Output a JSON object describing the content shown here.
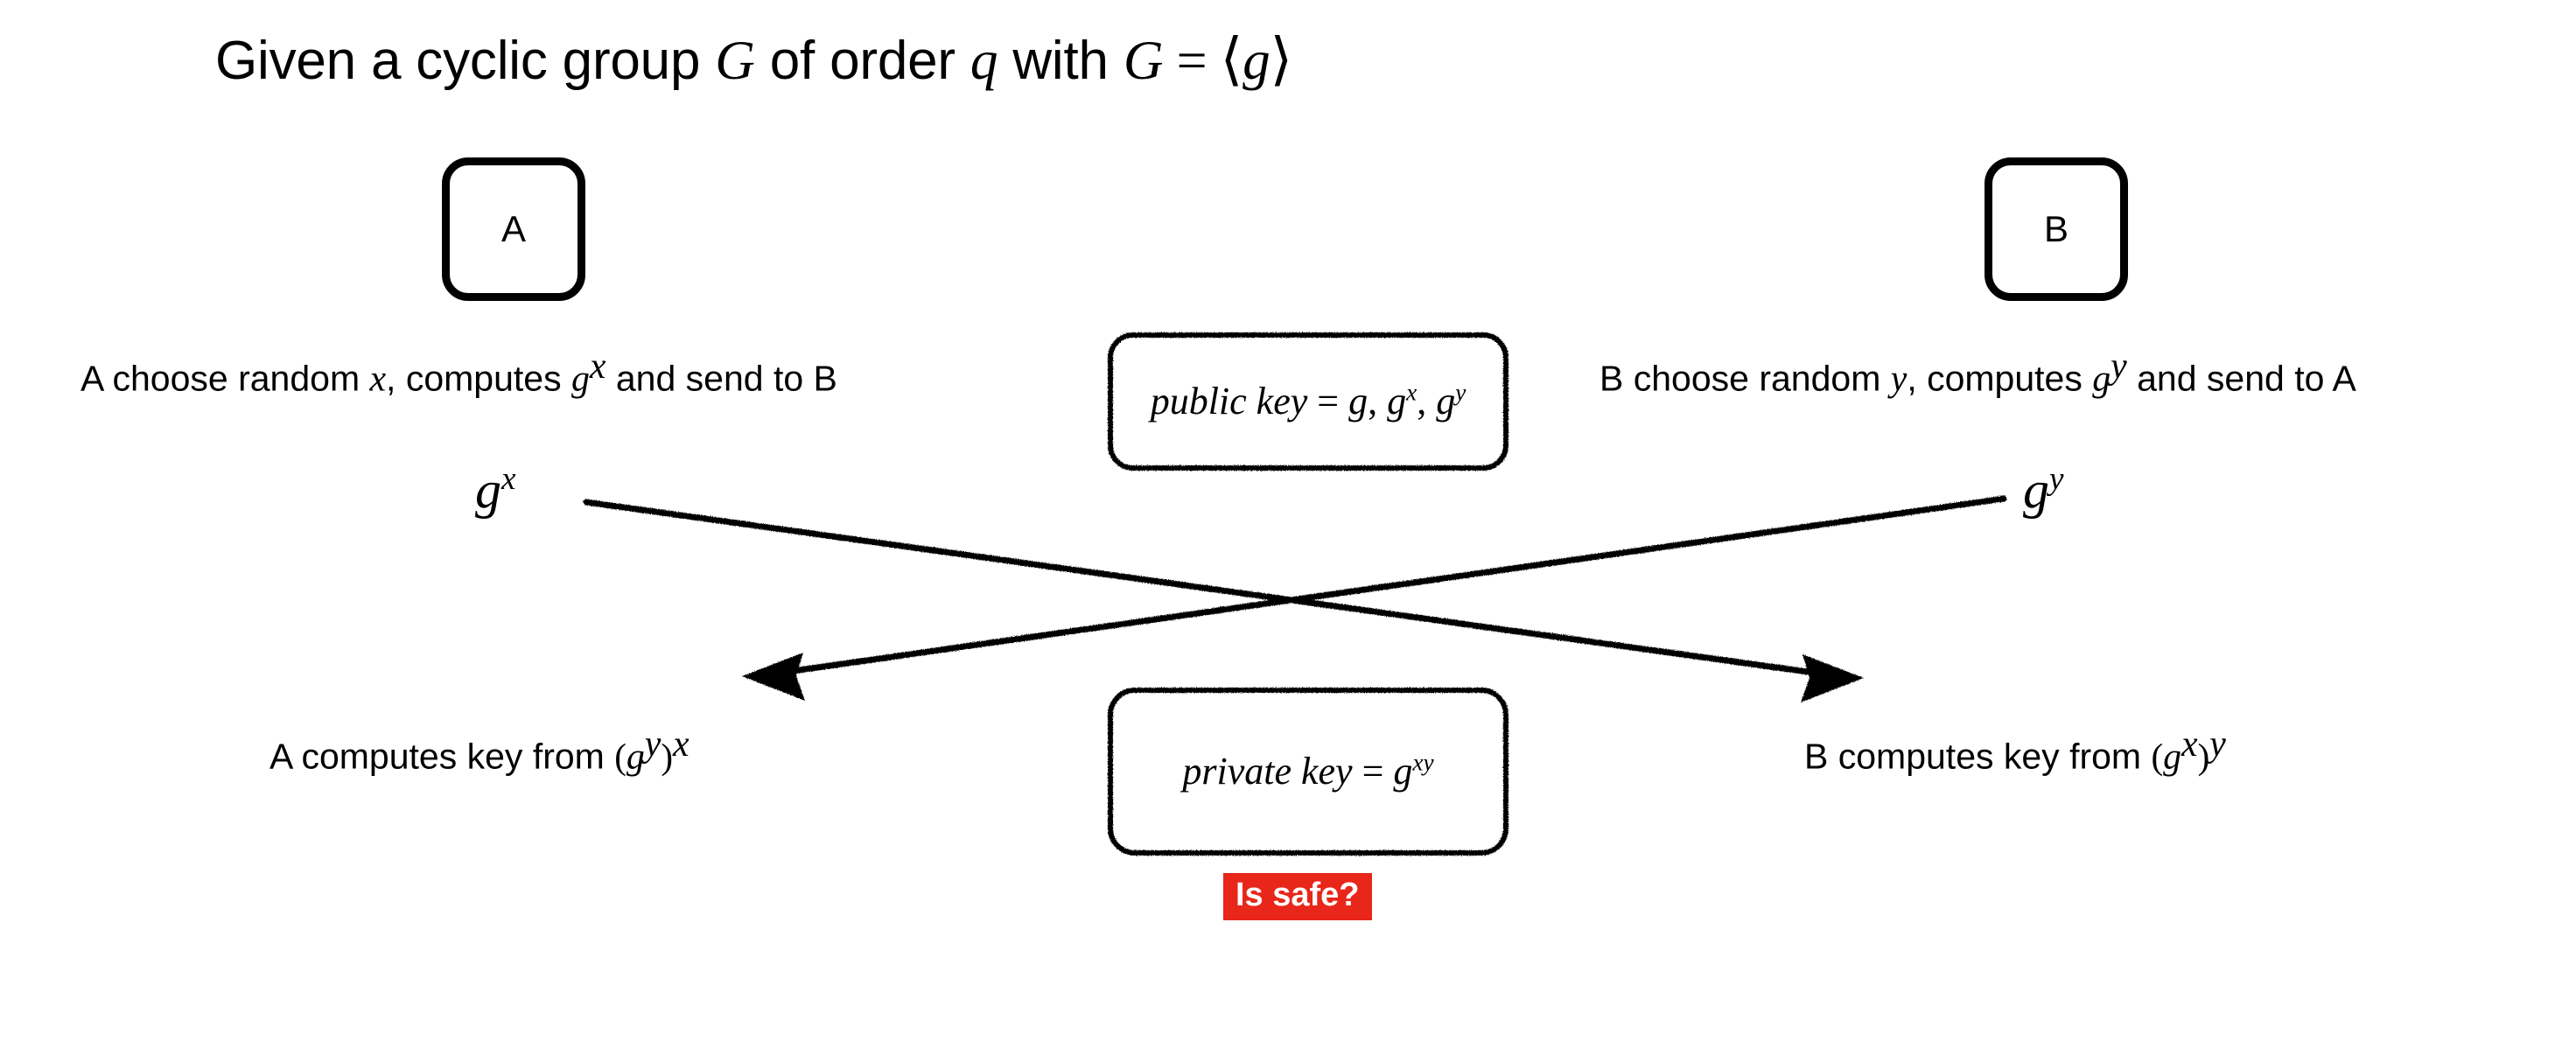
{
  "title": {
    "prefix": "Given a cyclic group ",
    "var_group": "G",
    "mid1": " of order ",
    "var_order": "q",
    "mid2": " with ",
    "var_group2": "G",
    "equals": " = ",
    "generator_open": "⟨",
    "var_generator": "g",
    "generator_close": "⟩"
  },
  "parties": {
    "a_label": "A",
    "b_label": "B"
  },
  "steps": {
    "a_prefix": "A choose random ",
    "a_var": "x",
    "a_mid": ", computes ",
    "a_base": "g",
    "a_exp": "x",
    "a_suffix": " and send to B",
    "b_prefix": "B choose random ",
    "b_var": "y",
    "b_mid": ", computes ",
    "b_base": "g",
    "b_exp": "y",
    "b_suffix": " and send to A"
  },
  "results": {
    "a_prefix": "A computes key from ",
    "a_open": "(",
    "a_base": "g",
    "a_inner_exp": "y",
    "a_close": ")",
    "a_outer_exp": "x",
    "b_prefix": "B computes key from ",
    "b_open": "(",
    "b_base": "g",
    "b_inner_exp": "x",
    "b_close": ")",
    "b_outer_exp": "y"
  },
  "public_key": {
    "lead": "public key",
    "equals": " = ",
    "g": "g",
    "comma1": ", ",
    "gx_base": "g",
    "gx_exp": "x",
    "comma2": ", ",
    "gy_base": "g",
    "gy_exp": "y"
  },
  "private_key": {
    "lead": "private key",
    "equals": " = ",
    "base": "g",
    "exp": "xy"
  },
  "badge": {
    "text": "Is safe?",
    "background_color": "#E8261A",
    "text_color": "#FFFFFF"
  },
  "arrow_labels": {
    "left_base": "g",
    "left_exp": "x",
    "right_base": "g",
    "right_exp": "y"
  },
  "icons": {
    "arrow_left_name": "arrow-left-head-icon",
    "arrow_right_name": "arrow-right-head-icon"
  },
  "colors": {
    "ink": "#000000",
    "page": "#FFFFFF",
    "alert": "#E8261A"
  }
}
